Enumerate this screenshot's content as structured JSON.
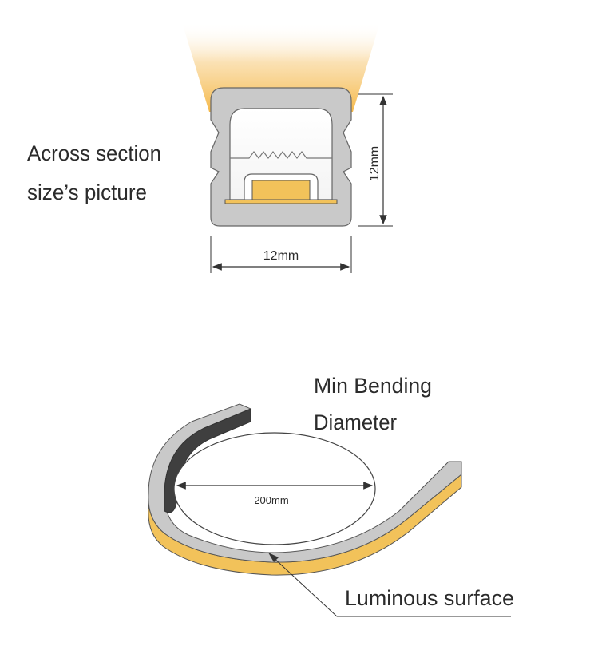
{
  "cross_section": {
    "caption_line1": "Across section",
    "caption_line2": "size’s picture",
    "width_label": "12mm",
    "height_label": "12mm"
  },
  "bending": {
    "title_line1": "Min Bending",
    "title_line2": "Diameter",
    "diameter_label": "200mm",
    "luminous_label": "Luminous surface"
  },
  "colors": {
    "housing": "#c9c9c9",
    "led": "#f2c25a",
    "glow": "#f7c15c",
    "outline": "#444444",
    "text": "#2b2b2b"
  }
}
